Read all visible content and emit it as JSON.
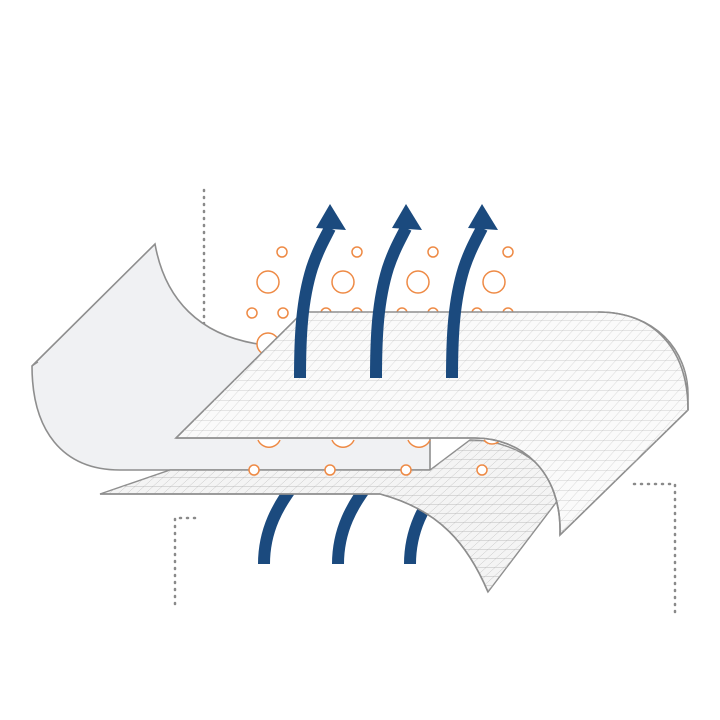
{
  "diagram": {
    "kind": "breathable-fabric-layers",
    "layers": [
      "outer-mesh-layer",
      "membrane-layer",
      "inner-lining-layer"
    ],
    "colors": {
      "arrow": "#1b4a7e",
      "droplet": "#ee8a45",
      "mesh": "#c4c4c4",
      "mesh_outline": "#8e8e8e",
      "lining_fill": "#f0f1f3",
      "dotted_guide": "#8a8a8a"
    },
    "icons": [
      "vapor-arrow-icon",
      "water-droplet-icon"
    ]
  }
}
